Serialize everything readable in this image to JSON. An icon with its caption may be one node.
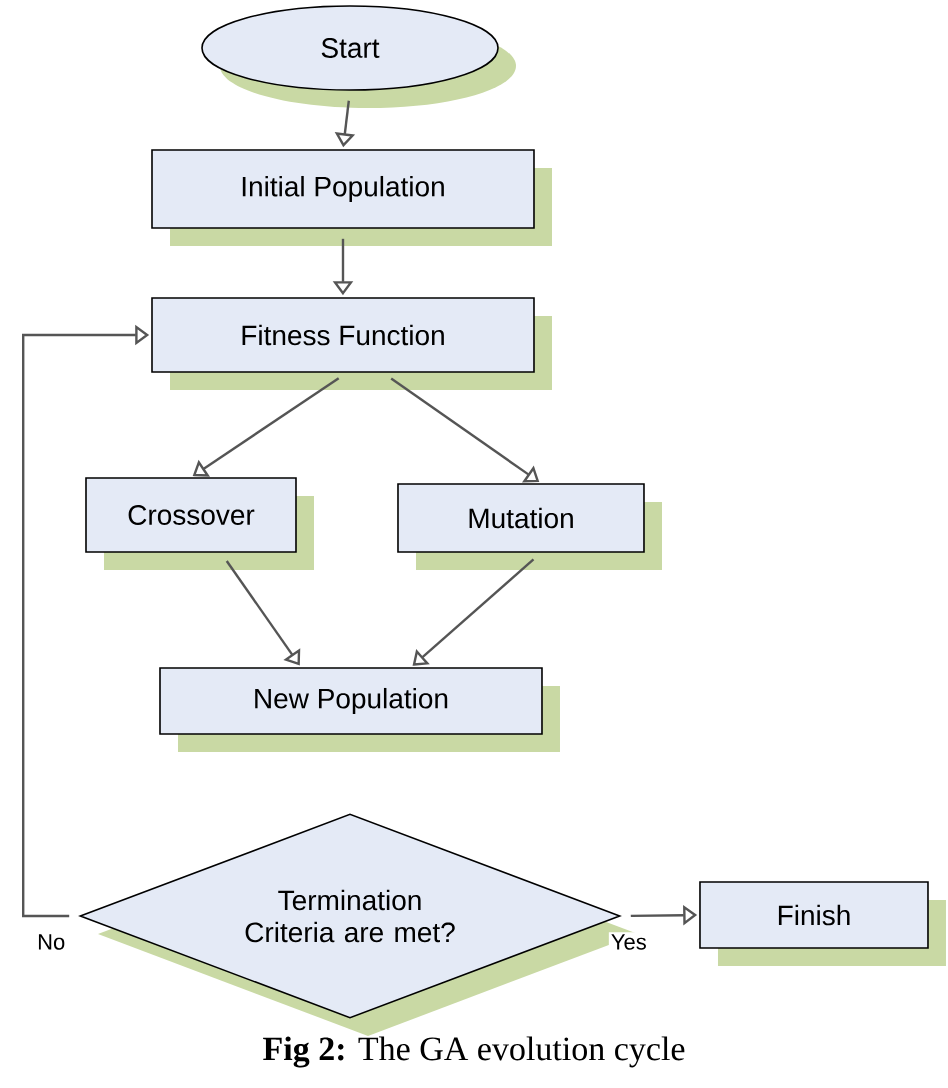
{
  "diagram": {
    "caption": "**Fig 2:** The GA evolution cycle",
    "nodes": [
      {
        "text": [
          "Start"
        ]
      },
      {
        "text": [
          "Initial Population"
        ]
      },
      {
        "text": [
          "Fitness Function"
        ]
      },
      {
        "text": [
          "Crossover"
        ]
      },
      {
        "text": [
          "Mutation"
        ]
      },
      {
        "text": [
          "New Population"
        ]
      },
      {
        "text": [
          "Termination Criteria are met?"
        ]
      },
      {
        "text": [
          "Finish"
        ]
      }
    ],
    "edges": [
      {
        "from": 0,
        "to": 1,
        "arrow": "to"
      },
      {
        "from": 1,
        "to": 2,
        "arrow": "to"
      },
      {
        "from": 2,
        "to": 3,
        "arrow": "to"
      },
      {
        "from": 2,
        "to": 4,
        "arrow": "to"
      },
      {
        "from": 3,
        "to": 5,
        "arrow": "to"
      },
      {
        "from": 4,
        "to": 5,
        "arrow": "to"
      },
      {
        "from": 6,
        "to": 2,
        "arrow": "to",
        "label": "No"
      },
      {
        "from": 6,
        "to": 7,
        "arrow": "to",
        "label": "Yes"
      }
    ]
  }
}
